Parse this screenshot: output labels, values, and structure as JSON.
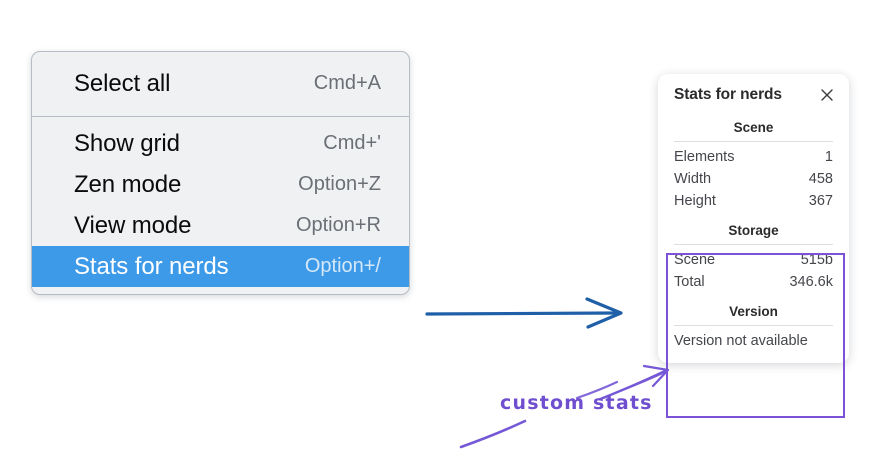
{
  "menu": {
    "name": "context-menu",
    "groups": [
      {
        "items": [
          {
            "label": "Select all",
            "accel": "Cmd+A",
            "selected": false,
            "name": "select-all"
          }
        ]
      },
      {
        "items": [
          {
            "label": "Show grid",
            "accel": "Cmd+'",
            "selected": false,
            "name": "show-grid"
          },
          {
            "label": "Zen mode",
            "accel": "Option+Z",
            "selected": false,
            "name": "zen-mode"
          },
          {
            "label": "View mode",
            "accel": "Option+R",
            "selected": false,
            "name": "view-mode"
          },
          {
            "label": "Stats for nerds",
            "accel": "Option+/",
            "selected": true,
            "name": "stats-for-nerds"
          }
        ]
      }
    ],
    "selected_color": "#3d9ae8",
    "background": "#f0f1f3"
  },
  "stats_panel": {
    "title": "Stats for nerds",
    "close_icon": "close-icon",
    "sections": [
      {
        "heading": "Scene",
        "rows": [
          {
            "key": "Elements",
            "value": "1"
          },
          {
            "key": "Width",
            "value": "458"
          },
          {
            "key": "Height",
            "value": "367"
          }
        ]
      },
      {
        "heading": "Storage",
        "rows": [
          {
            "key": "Scene",
            "value": "515b"
          },
          {
            "key": "Total",
            "value": "346.6k"
          }
        ]
      },
      {
        "heading": "Version",
        "plain": "Version not available"
      }
    ],
    "highlight_color": "#7b52d8"
  },
  "annotations": {
    "custom_stats_label": "custom stats",
    "arrow_color_blue": "#1f5fa8",
    "arrow_color_purple": "#7558d6"
  }
}
